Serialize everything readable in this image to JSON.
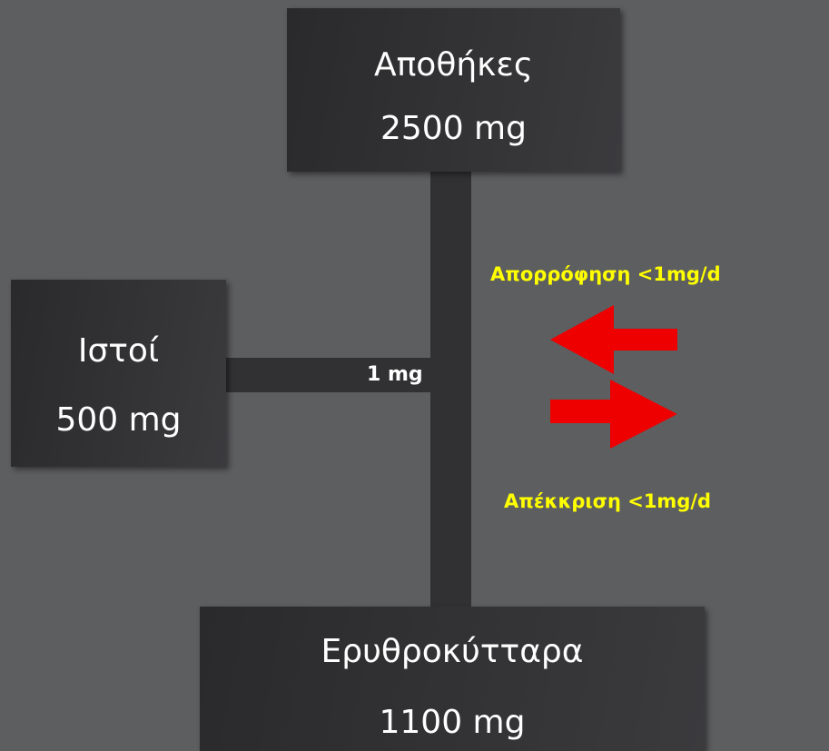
{
  "nodes": {
    "depots": {
      "name": "Αποθήκες",
      "amount": "2500 mg"
    },
    "tissues": {
      "name": "Ιστοί",
      "amount": "500 mg"
    },
    "erythrocytes": {
      "name": "Ερυθροκύτταρα",
      "amount": "1100 mg"
    }
  },
  "flow_label": "1 mg",
  "absorption": "Απορρόφηση <1mg/d",
  "excretion": "Απέκκριση <1mg/d",
  "colors": {
    "background": "#5d5e60",
    "box": "#333335",
    "connector": "#313133",
    "arrow": "#ee0000",
    "highlight_text": "#ffff00"
  }
}
